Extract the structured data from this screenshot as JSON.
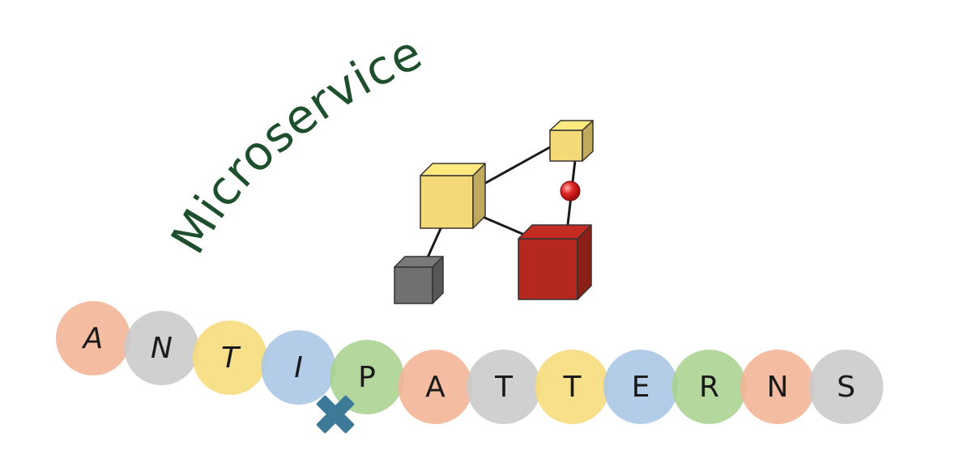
{
  "title": {
    "text": "Microservice",
    "color": "#1d4f2c"
  },
  "diagram": {
    "nodes": [
      {
        "name": "cube-small-top-right",
        "color": "#f5d976"
      },
      {
        "name": "cube-main-left",
        "color": "#f5d976"
      },
      {
        "name": "cube-gray-bottom-left",
        "color": "#707070"
      },
      {
        "name": "cube-red-bottom-right",
        "color": "#b52820"
      },
      {
        "name": "connector-ball",
        "color": "#d92020"
      }
    ]
  },
  "bubbles": [
    {
      "letter": "A",
      "color": "#f2b495",
      "italic": true
    },
    {
      "letter": "N",
      "color": "#c9c9c9",
      "italic": true
    },
    {
      "letter": "T",
      "color": "#f7dc7b",
      "italic": true
    },
    {
      "letter": "I",
      "color": "#a9c6e6",
      "italic": true
    },
    {
      "letter": "P",
      "color": "#a9d18e",
      "italic": false
    },
    {
      "letter": "A",
      "color": "#f2b495",
      "italic": false
    },
    {
      "letter": "T",
      "color": "#c9c9c9",
      "italic": false
    },
    {
      "letter": "T",
      "color": "#f7dc7b",
      "italic": false
    },
    {
      "letter": "E",
      "color": "#a9c6e6",
      "italic": false
    },
    {
      "letter": "R",
      "color": "#a9d18e",
      "italic": false
    },
    {
      "letter": "N",
      "color": "#f2b495",
      "italic": false
    },
    {
      "letter": "S",
      "color": "#c9c9c9",
      "italic": false
    }
  ],
  "cross_mark": {
    "color": "#3d7a98"
  }
}
